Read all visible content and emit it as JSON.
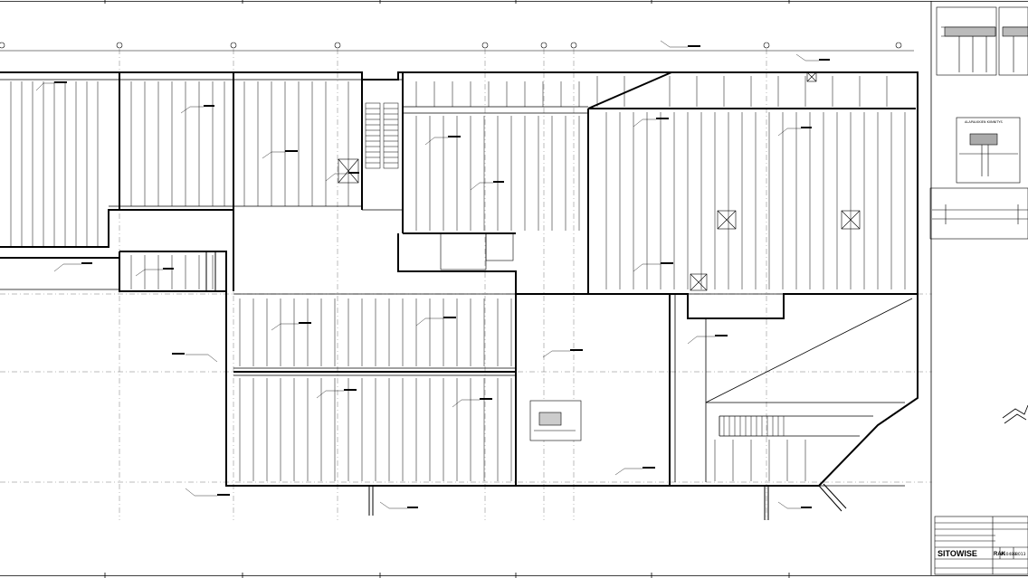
{
  "colors": {
    "ink": "#000000",
    "paper": "#ffffff",
    "grid": "#3a3a3a"
  },
  "drawing": {
    "section_title": "ALAPALKKIEN KIINNITYS",
    "title_block": {
      "company": "SITOWISE",
      "code": "RAK",
      "project_no": "P10488",
      "sheet_no": "8013"
    }
  }
}
